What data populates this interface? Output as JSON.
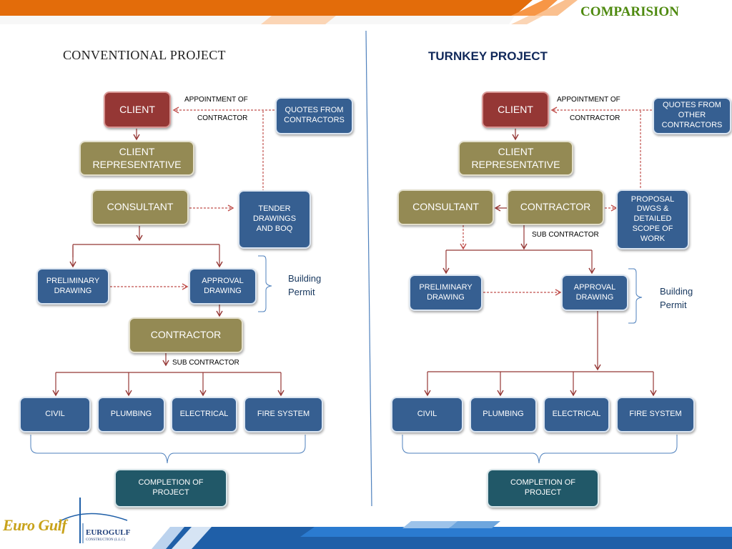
{
  "slide_title": "COMPARISION",
  "left": {
    "title": "CONVENTIONAL PROJECT",
    "client": "CLIENT",
    "appointment_line1": "APPOINTMENT  OF",
    "appointment_line2": "CONTRACTOR",
    "quotes": "QUOTES FROM CONTRACTORS",
    "client_rep": "CLIENT REPRESENTATIVE",
    "consultant": "CONSULTANT",
    "tender": "TENDER DRAWINGS AND BOQ",
    "preliminary": "PRELIMINARY DRAWING",
    "approval": "APPROVAL DRAWING",
    "building_permit_1": "Building",
    "building_permit_2": "Permit",
    "contractor": "CONTRACTOR",
    "sub_contractor": "SUB CONTRACTOR",
    "trades": [
      "CIVIL",
      "PLUMBING",
      "ELECTRICAL",
      "FIRE SYSTEM"
    ],
    "completion": "COMPLETION OF PROJECT"
  },
  "right": {
    "title": "TURNKEY  PROJECT",
    "client": "CLIENT",
    "appointment_line1": "APPOINTMENT  OF",
    "appointment_line2": "CONTRACTOR",
    "quotes": "QUOTES FROM OTHER CONTRACTORS",
    "client_rep": "CLIENT REPRESENTATIVE",
    "consultant": "CONSULTANT",
    "contractor": "CONTRACTOR",
    "proposal": "PROPOSAL DWGS & DETAILED SCOPE OF WORK",
    "sub_contractor": "SUB CONTRACTOR",
    "preliminary": "PRELIMINARY DRAWING",
    "approval": "APPROVAL DRAWING",
    "building_permit_1": "Building",
    "building_permit_2": "Permit",
    "trades": [
      "CIVIL",
      "PLUMBING",
      "ELECTRICAL",
      "FIRE SYSTEM"
    ],
    "completion": "COMPLETION OF PROJECT"
  },
  "logo": {
    "script_text": "Euro Gulf",
    "company_name": "EUROGULF",
    "company_sub": "CONSTRUCTION (L.L.C)"
  },
  "colors": {
    "olive": "#948a54",
    "blue": "#365f91",
    "red": "#953735",
    "teal": "#215868",
    "arrow_solid": "#953735",
    "arrow_dashed": "#c0504d",
    "divider": "#4f81bd",
    "title_green": "#4f8a10",
    "header_orange": "#e36c0a"
  }
}
